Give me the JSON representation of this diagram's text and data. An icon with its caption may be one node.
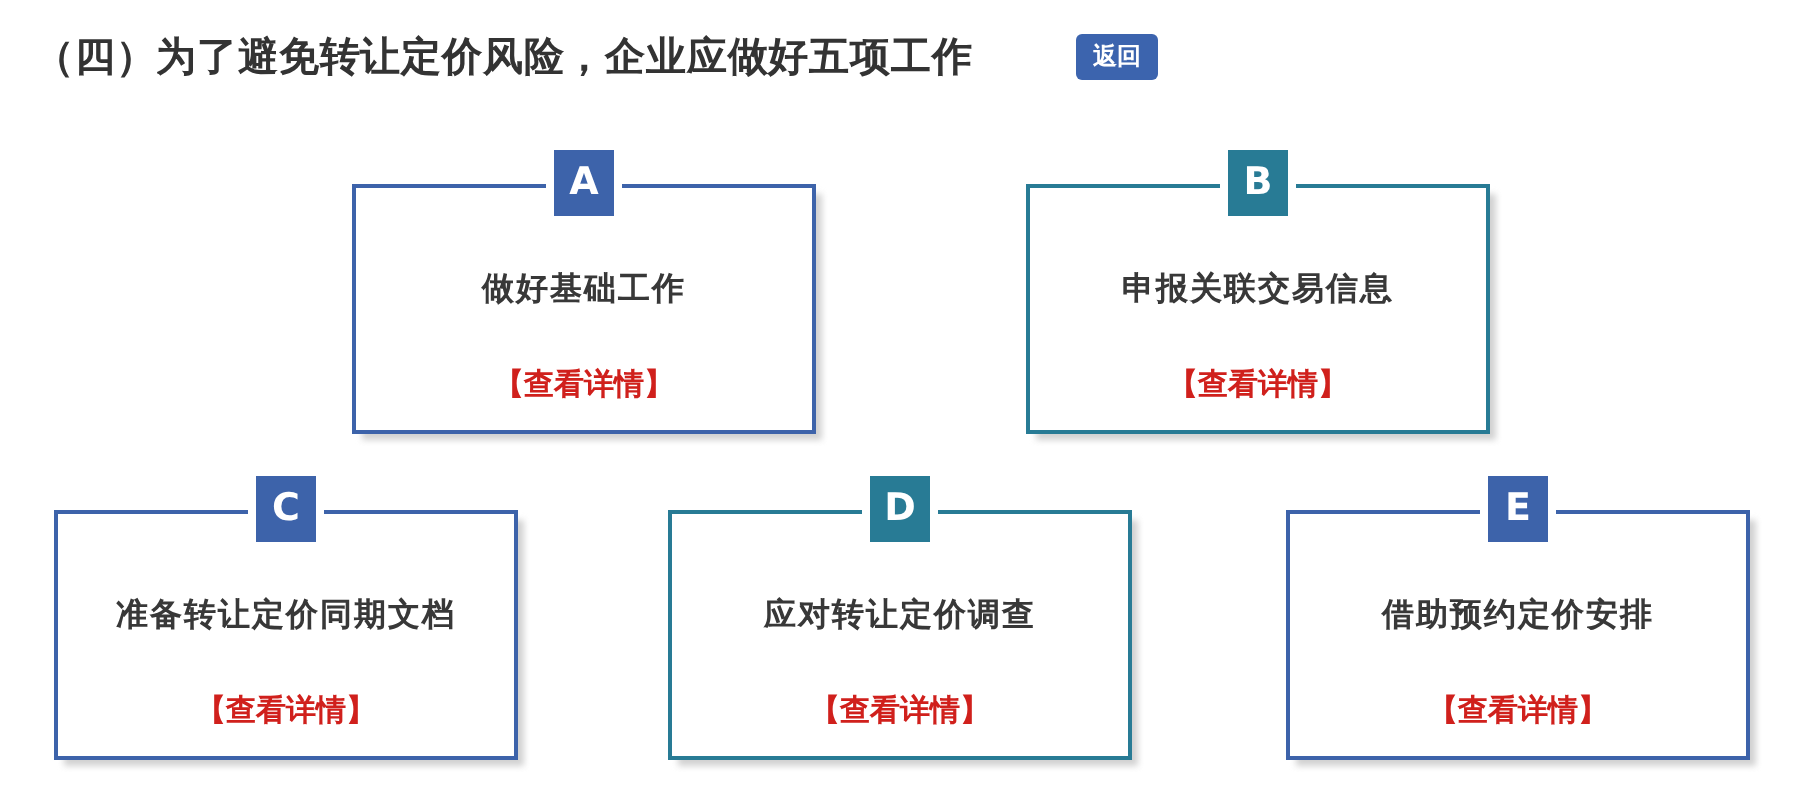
{
  "diagram": {
    "title": "（四）为了避免转让定价风险，企业应做好五项工作",
    "nodes": [
      {
        "text": [
          "A"
        ]
      },
      {
        "text": [
          "做好基础工作",
          "【查看详情】"
        ]
      },
      {
        "text": [
          "B"
        ]
      },
      {
        "text": [
          "申报关联交易信息",
          "【查看详情】"
        ]
      },
      {
        "text": [
          "C"
        ]
      },
      {
        "text": [
          "准备转让定价同期文档",
          "【查看详情】"
        ]
      },
      {
        "text": [
          "D"
        ]
      },
      {
        "text": [
          "应对转让定价调查",
          "【查看详情】"
        ]
      },
      {
        "text": [
          "E"
        ]
      },
      {
        "text": [
          "借助预约定价安排",
          "【查看详情】"
        ]
      }
    ],
    "labels": [
      "返回"
    ]
  }
}
